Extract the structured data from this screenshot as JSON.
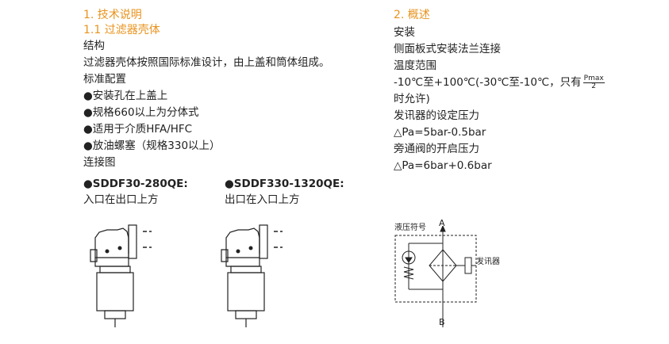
{
  "left": {
    "section_title": "1. 技术说明",
    "subsection_title": "1.1 过滤器壳体",
    "structure_label": "结构",
    "structure_text": "过滤器壳体按照国际标准设计，由上盖和筒体组成。",
    "standard_label": "标准配置",
    "bullets": [
      "●安装孔在上盖上",
      "●规格660以上为分体式",
      "●适用于介质HFA/HFC",
      "●放油螺塞（规格330以上）"
    ],
    "connection_label": "连接图",
    "connection_a_model": "●SDDF30-280QE:",
    "connection_a_desc": "入口在出口上方",
    "connection_b_model": "●SDDF330-1320QE:",
    "connection_b_desc": "出口在入口上方"
  },
  "right": {
    "section_title": "2. 概述",
    "install_label": "安装",
    "install_text": "侧面板式安装法兰连接",
    "temp_label": "温度范围",
    "temp_text": "-10℃至+100℃(-30℃至-10℃，只有",
    "temp_frac_num": "Pmax",
    "temp_frac_den": "2",
    "temp_text_cont": "时允许)",
    "sender_label": "发讯器的设定压力",
    "sender_value": "△Pa=5bar-0.5bar",
    "bypass_label": "旁通阀的开启压力",
    "bypass_value": "△Pa=6bar+0.6bar"
  },
  "symbol": {
    "title": "液压符号",
    "port_a": "A",
    "port_b": "B",
    "sender": "发讯器"
  }
}
